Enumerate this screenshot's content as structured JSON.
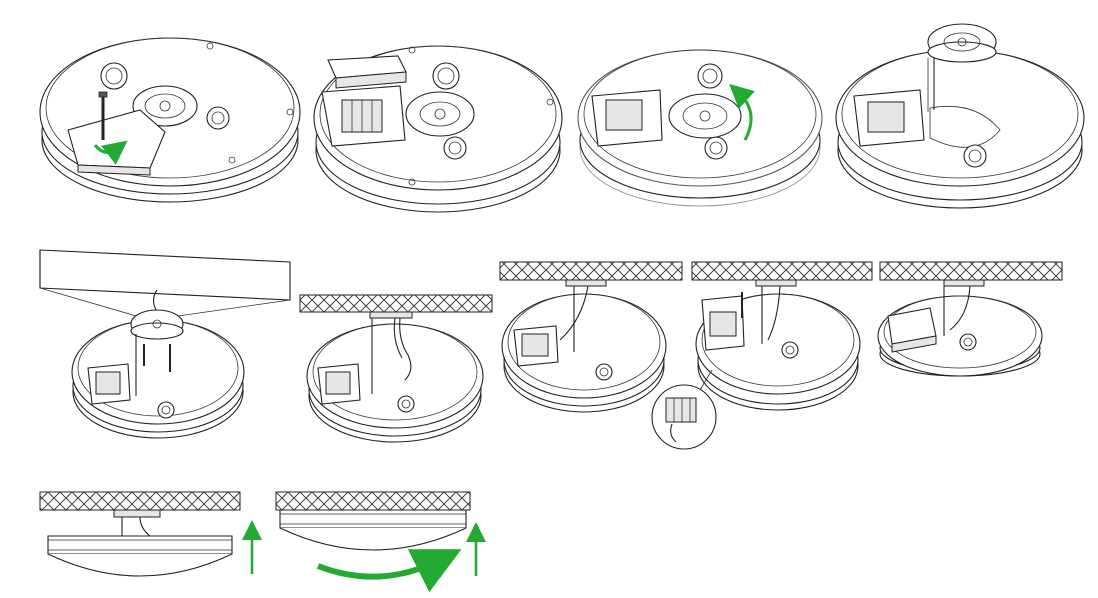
{
  "figure": {
    "steps": [
      {
        "id": 1,
        "action": "unscrew-cover"
      },
      {
        "id": 2,
        "action": "open-terminal-cover"
      },
      {
        "id": 3,
        "action": "rotate-mounting-plate"
      },
      {
        "id": 4,
        "action": "remove-mounting-plate"
      },
      {
        "id": 5,
        "action": "fix-plate-to-ceiling"
      },
      {
        "id": 6,
        "action": "plate-mounted"
      },
      {
        "id": 7,
        "action": "connect-wires"
      },
      {
        "id": 8,
        "action": "close-terminal-cover"
      },
      {
        "id": 9,
        "action": "wiring-done"
      },
      {
        "id": 10,
        "action": "lift-to-ceiling"
      },
      {
        "id": 11,
        "action": "twist-to-lock"
      }
    ],
    "colors": {
      "line": "#222222",
      "arrow_green": "#22aa33",
      "ceiling_hatch": "#333333",
      "background": "#ffffff"
    },
    "icons": [
      "rotate-arrow-icon",
      "up-arrow-icon",
      "screw-icon",
      "curved-arrow-icon",
      "zoom-inset-icon"
    ]
  }
}
